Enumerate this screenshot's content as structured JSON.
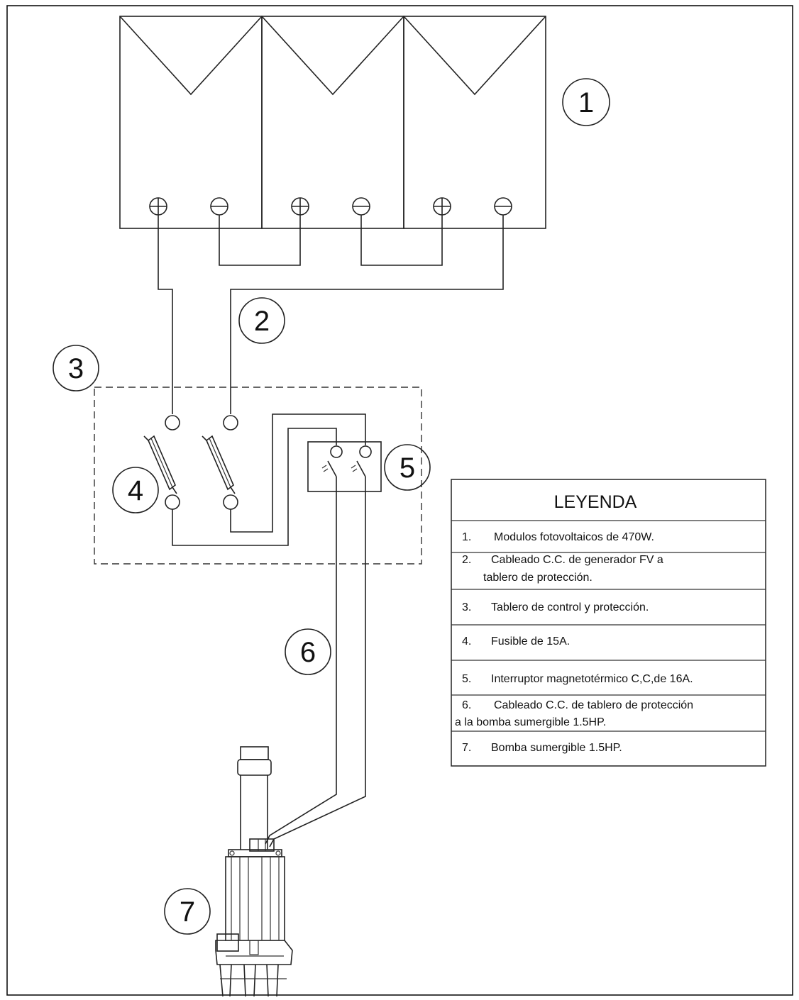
{
  "diagram": {
    "callouts": [
      {
        "id": "1",
        "label": "1"
      },
      {
        "id": "2",
        "label": "2"
      },
      {
        "id": "3",
        "label": "3"
      },
      {
        "id": "4",
        "label": "4"
      },
      {
        "id": "5",
        "label": "5"
      },
      {
        "id": "6",
        "label": "6"
      },
      {
        "id": "7",
        "label": "7"
      }
    ],
    "legend": {
      "title": "LEYENDA",
      "items": [
        {
          "num": "1.",
          "lines": [
            "Modulos fotovoltaicos de 470W."
          ]
        },
        {
          "num": "2.",
          "lines": [
            "Cableado C.C. de generador FV a",
            "tablero de protección."
          ]
        },
        {
          "num": "3.",
          "lines": [
            "Tablero de control y protección."
          ]
        },
        {
          "num": "4.",
          "lines": [
            "Fusible de 15A."
          ]
        },
        {
          "num": "5.",
          "lines": [
            "Interruptor magnetotérmico C,C,de 16A."
          ]
        },
        {
          "num": "6.",
          "lines": [
            "Cableado C.C. de tablero de protección",
            "a la bomba sumergible 1.5HP."
          ]
        },
        {
          "num": "7.",
          "lines": [
            "Bomba sumergible 1.5HP."
          ]
        }
      ]
    }
  }
}
